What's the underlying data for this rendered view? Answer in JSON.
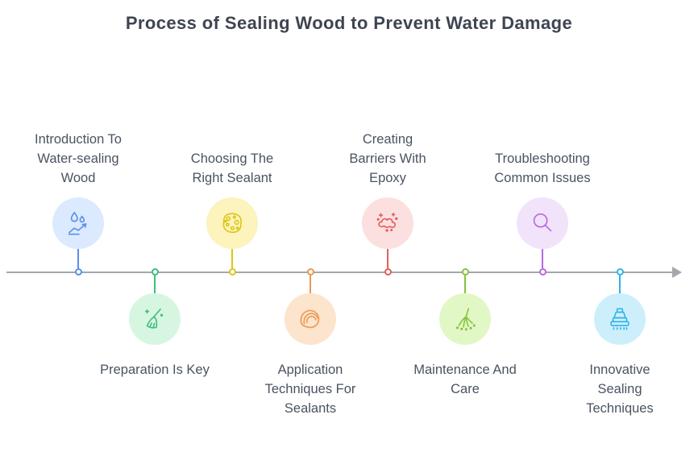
{
  "title": "Process of Sealing Wood to Prevent Water Damage",
  "timeline": {
    "color": "#a3a7ae"
  },
  "nodes": [
    {
      "label": "Introduction To Water-sealing Wood",
      "icon": "water-drops-trend-icon",
      "position": "top",
      "bg": "#dbeafe",
      "accent": "#5b8def"
    },
    {
      "label": "Preparation Is Key",
      "icon": "broom-icon",
      "position": "bottom",
      "bg": "#d7f6e2",
      "accent": "#3dbd7d"
    },
    {
      "label": "Choosing The Right Sealant",
      "icon": "sponge-icon",
      "position": "top",
      "bg": "#fcf3bd",
      "accent": "#ddc613"
    },
    {
      "label": "Application Techniques For Sealants",
      "icon": "shell-sponge-icon",
      "position": "bottom",
      "bg": "#fce4cd",
      "accent": "#ea9952"
    },
    {
      "label": "Creating Barriers With Epoxy",
      "icon": "epoxy-blob-icon",
      "position": "top",
      "bg": "#fce0e0",
      "accent": "#e25d5d"
    },
    {
      "label": "Maintenance And Care",
      "icon": "rake-icon",
      "position": "bottom",
      "bg": "#e2f7c6",
      "accent": "#84c43c"
    },
    {
      "label": "Troubleshooting Common Issues",
      "icon": "magnifier-icon",
      "position": "top",
      "bg": "#f0e3fa",
      "accent": "#b966e3"
    },
    {
      "label": "Innovative Sealing Techniques",
      "icon": "sealing-stamp-icon",
      "position": "bottom",
      "bg": "#cdeffc",
      "accent": "#2fb3ea"
    }
  ]
}
